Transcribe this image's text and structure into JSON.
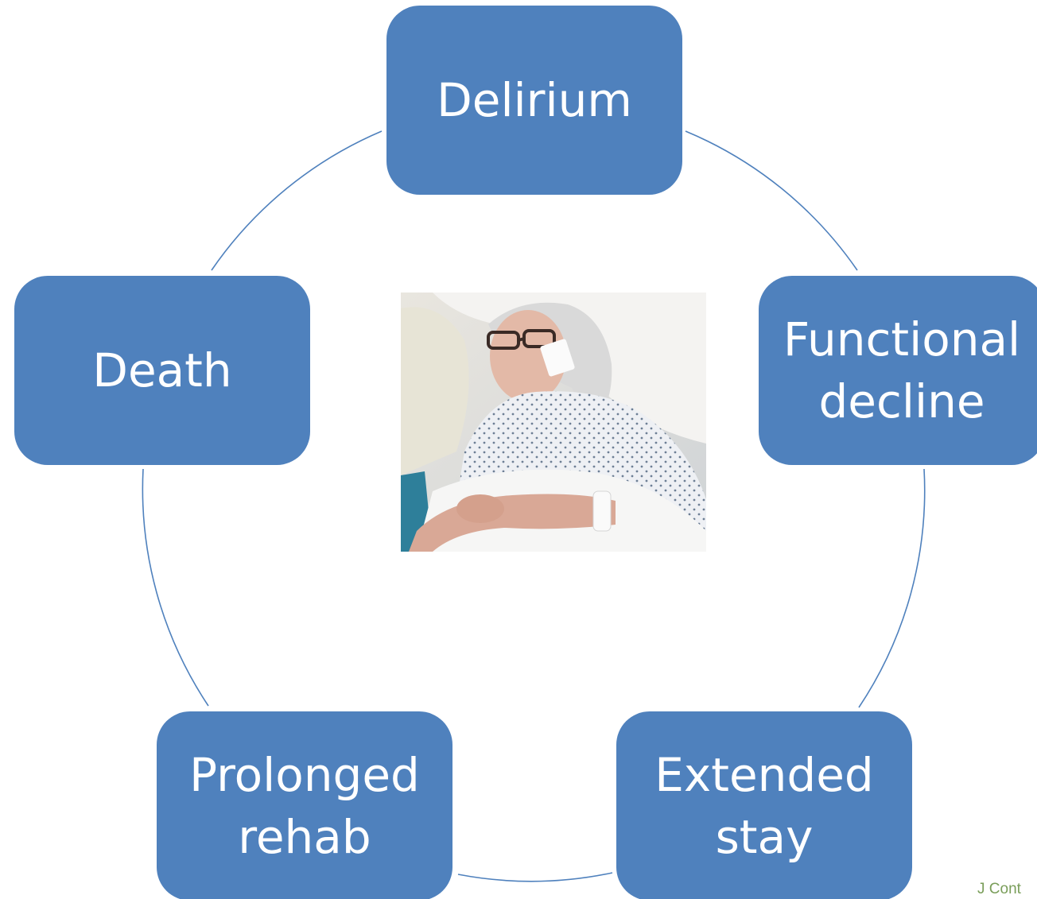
{
  "diagram": {
    "type": "cycle",
    "nodes": [
      {
        "id": "delirium",
        "label": "Delirium"
      },
      {
        "id": "functional",
        "label": "Functional\ndecline"
      },
      {
        "id": "extended",
        "label": "Extended\nstay"
      },
      {
        "id": "prolonged",
        "label": "Prolonged\nrehab"
      },
      {
        "id": "death",
        "label": "Death"
      }
    ],
    "center_image": "elderly-patient-in-hospital-bed-photo",
    "citation": "J Cont"
  },
  "colors": {
    "node_fill": "#4f81bd",
    "node_text": "#ffffff",
    "connector": "#4f81bd",
    "citation": "#7a9e5a"
  }
}
